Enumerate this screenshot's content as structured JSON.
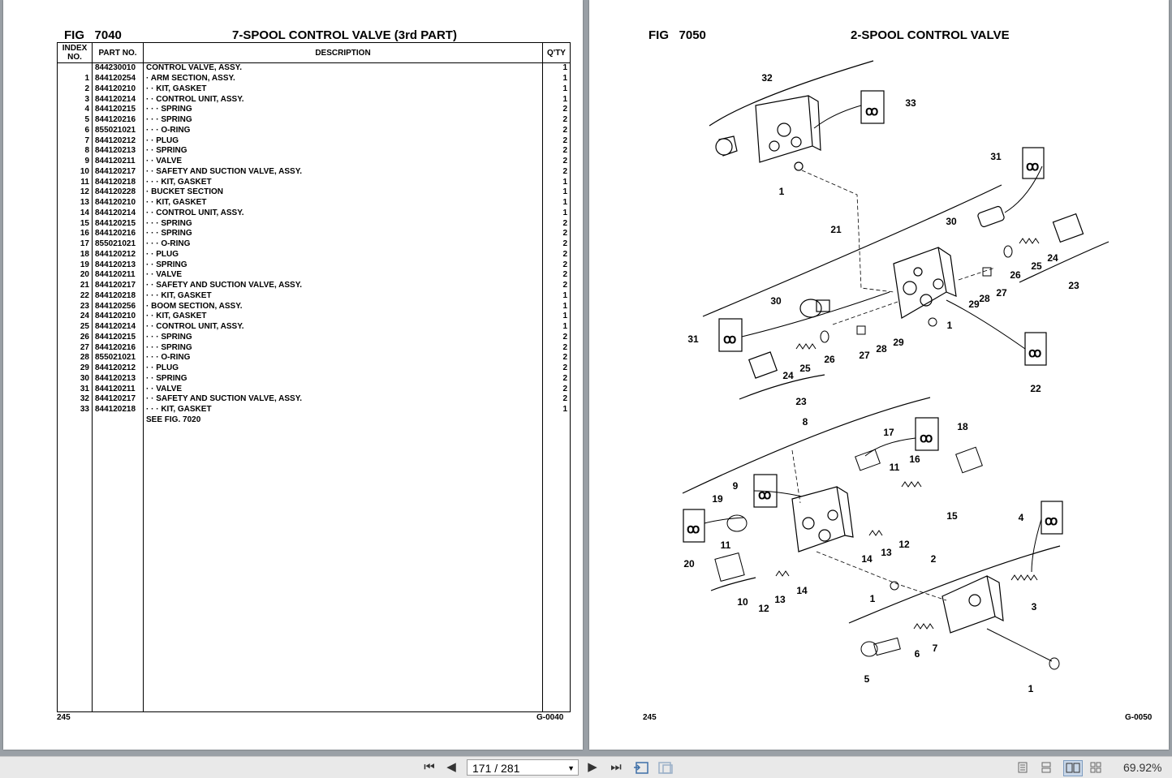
{
  "left_page": {
    "fig_label": "FIG",
    "fig_number": "7040",
    "title": "7-SPOOL CONTROL VALVE (3rd PART)",
    "headers": {
      "index": "INDEX NO.",
      "part": "PART NO.",
      "desc": "DESCRIPTION",
      "qty": "Q'TY"
    },
    "rows": [
      {
        "idx": "",
        "part": "844230010",
        "desc": "CONTROL VALVE, ASSY.",
        "qty": "1"
      },
      {
        "idx": "1",
        "part": "844120254",
        "desc": "· ARM SECTION, ASSY.",
        "qty": "1"
      },
      {
        "idx": "2",
        "part": "844120210",
        "desc": "· · KIT, GASKET",
        "qty": "1"
      },
      {
        "idx": "3",
        "part": "844120214",
        "desc": "· · CONTROL UNIT, ASSY.",
        "qty": "1"
      },
      {
        "idx": "4",
        "part": "844120215",
        "desc": "· · · SPRING",
        "qty": "2"
      },
      {
        "idx": "5",
        "part": "844120216",
        "desc": "· · · SPRING",
        "qty": "2"
      },
      {
        "idx": "6",
        "part": "855021021",
        "desc": "· · · O-RING",
        "qty": "2"
      },
      {
        "idx": "7",
        "part": "844120212",
        "desc": "· · PLUG",
        "qty": "2"
      },
      {
        "idx": "8",
        "part": "844120213",
        "desc": "· · SPRING",
        "qty": "2"
      },
      {
        "idx": "9",
        "part": "844120211",
        "desc": "· · VALVE",
        "qty": "2"
      },
      {
        "idx": "10",
        "part": "844120217",
        "desc": "· · SAFETY AND SUCTION VALVE, ASSY.",
        "qty": "2"
      },
      {
        "idx": "11",
        "part": "844120218",
        "desc": "· · · KIT, GASKET",
        "qty": "1"
      },
      {
        "idx": "12",
        "part": "844120228",
        "desc": "· BUCKET SECTION",
        "qty": "1"
      },
      {
        "idx": "13",
        "part": "844120210",
        "desc": "· · KIT, GASKET",
        "qty": "1"
      },
      {
        "idx": "14",
        "part": "844120214",
        "desc": "· · CONTROL UNIT, ASSY.",
        "qty": "1"
      },
      {
        "idx": "15",
        "part": "844120215",
        "desc": "· · · SPRING",
        "qty": "2"
      },
      {
        "idx": "16",
        "part": "844120216",
        "desc": "· · · SPRING",
        "qty": "2"
      },
      {
        "idx": "17",
        "part": "855021021",
        "desc": "· · · O-RING",
        "qty": "2"
      },
      {
        "idx": "18",
        "part": "844120212",
        "desc": "· · PLUG",
        "qty": "2"
      },
      {
        "idx": "19",
        "part": "844120213",
        "desc": "· · SPRING",
        "qty": "2"
      },
      {
        "idx": "20",
        "part": "844120211",
        "desc": "· · VALVE",
        "qty": "2"
      },
      {
        "idx": "21",
        "part": "844120217",
        "desc": "· · SAFETY AND SUCTION VALVE, ASSY.",
        "qty": "2"
      },
      {
        "idx": "22",
        "part": "844120218",
        "desc": "· · · KIT, GASKET",
        "qty": "1"
      },
      {
        "idx": "23",
        "part": "844120256",
        "desc": "· BOOM SECTION, ASSY.",
        "qty": "1"
      },
      {
        "idx": "24",
        "part": "844120210",
        "desc": "· · KIT, GASKET",
        "qty": "1"
      },
      {
        "idx": "25",
        "part": "844120214",
        "desc": "· · CONTROL UNIT, ASSY.",
        "qty": "1"
      },
      {
        "idx": "26",
        "part": "844120215",
        "desc": "· · · SPRING",
        "qty": "2"
      },
      {
        "idx": "27",
        "part": "844120216",
        "desc": "· · · SPRING",
        "qty": "2"
      },
      {
        "idx": "28",
        "part": "855021021",
        "desc": "· · · O-RING",
        "qty": "2"
      },
      {
        "idx": "29",
        "part": "844120212",
        "desc": "· · PLUG",
        "qty": "2"
      },
      {
        "idx": "30",
        "part": "844120213",
        "desc": "· · SPRING",
        "qty": "2"
      },
      {
        "idx": "31",
        "part": "844120211",
        "desc": "· · VALVE",
        "qty": "2"
      },
      {
        "idx": "32",
        "part": "844120217",
        "desc": "· · SAFETY AND SUCTION VALVE, ASSY.",
        "qty": "2"
      },
      {
        "idx": "33",
        "part": "844120218",
        "desc": "· · · KIT, GASKET",
        "qty": "1"
      },
      {
        "idx": "",
        "part": "",
        "desc": "SEE FIG. 7020",
        "qty": ""
      }
    ],
    "page_number": "245",
    "page_code": "G-0040"
  },
  "right_page": {
    "fig_label": "FIG",
    "fig_number": "7050",
    "title": "2-SPOOL CONTROL VALVE",
    "callouts": [
      "32",
      "33",
      "31",
      "1",
      "30",
      "21",
      "24",
      "25",
      "26",
      "23",
      "29",
      "28",
      "27",
      "1",
      "30",
      "31",
      "24",
      "25",
      "26",
      "27",
      "28",
      "29",
      "22",
      "23",
      "8",
      "17",
      "18",
      "9",
      "19",
      "11",
      "16",
      "15",
      "11",
      "14",
      "13",
      "12",
      "20",
      "10",
      "12",
      "13",
      "14",
      "4",
      "2",
      "1",
      "3",
      "5",
      "6",
      "7",
      "1"
    ],
    "page_number": "245",
    "page_code": "G-0050"
  },
  "toolbar": {
    "first_icon": "first-page-icon",
    "prev_icon": "prev-page-icon",
    "page_value": "171 / 281",
    "next_icon": "next-page-icon",
    "last_icon": "last-page-icon",
    "zoom": "69.92%"
  }
}
